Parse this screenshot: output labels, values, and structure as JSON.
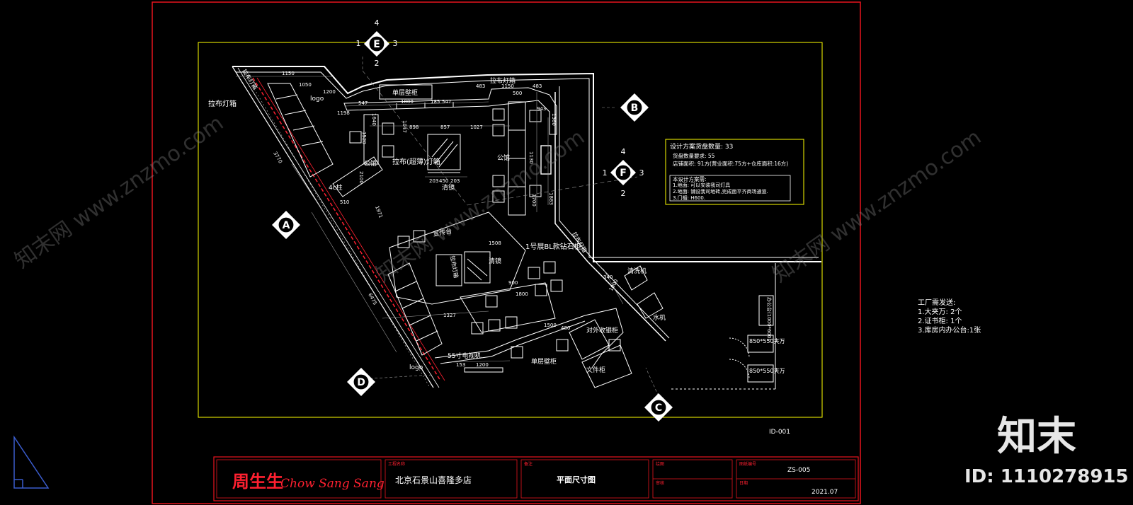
{
  "colors": {
    "frame": "#e8141e",
    "print_area": "#ffff00",
    "wall": "#ffffff",
    "dimension": "#bfbfbf",
    "red_detail": "#ff2030",
    "note_box": "#ffff00"
  },
  "section_markers": {
    "A": "A",
    "B": "B",
    "C": "C",
    "D": "D",
    "E": {
      "label": "E",
      "n_top": "4",
      "n_left": "1",
      "n_right": "3",
      "n_bottom": "2"
    },
    "F": {
      "label": "F",
      "n_top": "4",
      "n_left": "1",
      "n_right": "3",
      "n_bottom": "2"
    }
  },
  "labels": {
    "lightbox_left": "拉布灯箱",
    "lightbox_left_vertical": "拉布灯箱",
    "lightbox_top": "拉布灯箱",
    "logo_top": "logo",
    "logo_bottom": "logo",
    "single_wall_cabinet_top": "单层壁柜",
    "single_wall_cabinet_bottom": "单层壁柜",
    "display_table_1": "公馆",
    "display_table_2": "公馆",
    "lightbox_ultra_thin": "拉布(超薄)灯箱",
    "mirror_top": "清镜",
    "mirror_mid": "清镜",
    "pillar": "4c柱",
    "promo_cabinet": "宣传台",
    "diamond_display": "1号展BL款钻石柜",
    "lightbox_vertical_mid": "拉布灯箱",
    "lightbox_vertical_right": "拉布灯箱",
    "clear_machine": "清洗机",
    "water_machine": "水机",
    "cashier": "对外收银柜",
    "file_cabinet": "文件柜",
    "tv": "55寸电视机",
    "safe_1": "850*550夹万",
    "safe_2": "850*550夹万",
    "office_desk": "办公台(1000*600)"
  },
  "dimensions": [
    "1150",
    "1050",
    "1200",
    "547",
    "1800",
    "185",
    "547",
    "1198",
    "1150",
    "483",
    "483",
    "500",
    "898",
    "857",
    "1027",
    "1047",
    "943",
    "1360",
    "1640",
    "1520",
    "1700",
    "203",
    "450",
    "203",
    "1130",
    "1883",
    "3770",
    "1971",
    "2100",
    "510",
    "6475",
    "1327",
    "1800",
    "1200",
    "153",
    "480",
    "1508",
    "1500",
    "900",
    "340",
    "1000"
  ],
  "notes": {
    "heading": "设计方案货盘数量: 33",
    "line1": "货盘数量要求: 55",
    "line2": "店铺面积: 91方(营业面积:75方+仓库面积:16方)",
    "box_title": "本设计方案需:",
    "item1": "1.地面: 可以安装我司灯具",
    "item2": "2.地面: 铺设我司地砖,完成面平齐商场通道.",
    "item3": "3.门楣: H600."
  },
  "factory": {
    "title": "工厂需发送:",
    "item1": "1.大夹万: 2个",
    "item2": "2.证书柜: 1个",
    "item3": "3.库房内办公台:1张"
  },
  "drawing_id": "ID-001",
  "title_block": {
    "brand_cn": "周生生",
    "brand_en": "Chow Sang Sang",
    "project_label": "工程名称",
    "project_name": "北京石景山喜隆多店",
    "drawing_label": "备注",
    "drawing_name": "平面尺寸图",
    "designer_label": "绘图",
    "checker_label": "审核",
    "number_label": "图纸编号",
    "drawing_number": "ZS-005",
    "date_label": "日期",
    "date": "2021.07"
  },
  "watermark": {
    "site": "知末网 www.znzmo.com",
    "brand": "知末",
    "id_text": "ID: 1110278915"
  }
}
